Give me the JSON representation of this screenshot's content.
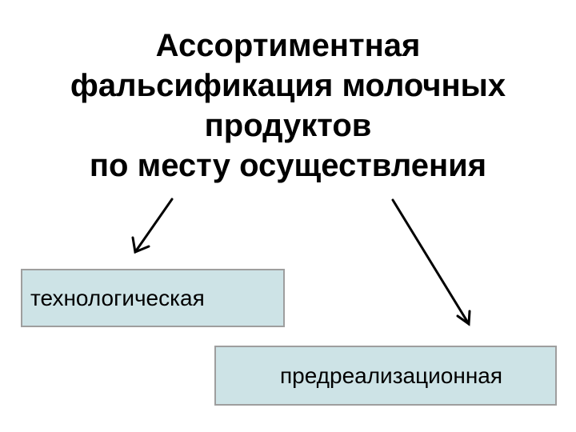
{
  "title": {
    "lines": [
      "Ассортиментная",
      "фальсификация молочных",
      "продуктов",
      "по месту осуществления"
    ]
  },
  "categories": [
    {
      "label": "технологическая"
    },
    {
      "label": "предреализационная"
    }
  ]
}
